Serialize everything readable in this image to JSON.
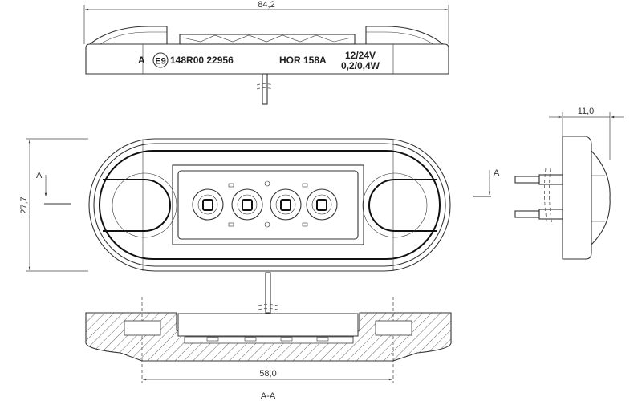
{
  "dimensions": {
    "length": "84,2",
    "height": "27,7",
    "depth": "11,0",
    "mount_spacing": "58,0"
  },
  "markings": {
    "class": "A",
    "approval_mark": "E9",
    "approval_number": "148R00 22956",
    "model": "HOR 158A",
    "voltage": "12/24V",
    "power": "0,2/0,4W"
  },
  "section": {
    "marker": "A",
    "title": "A-A"
  },
  "led_count": 4
}
